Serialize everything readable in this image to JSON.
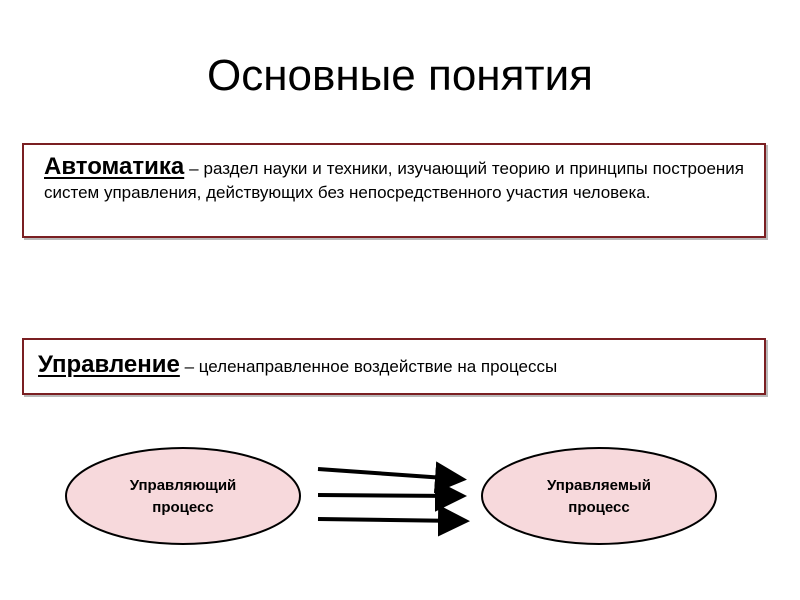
{
  "slide": {
    "title": "Основные понятия"
  },
  "definitions": [
    {
      "term": "Автоматика",
      "text": " – раздел науки и техники, изучающий теорию и принципы построения систем управления, действующих без непосредственного участия человека."
    },
    {
      "term": "Управление",
      "text": " – целенаправленное  воздействие на процессы"
    }
  ],
  "diagram": {
    "source_node": {
      "line1": "Управляющий",
      "line2": "процесс"
    },
    "target_node": {
      "line1": "Управляемый",
      "line2": "процесс"
    },
    "node_fill": "#f7d9dc",
    "node_stroke": "#000000",
    "arrow_color": "#000000",
    "border_color": "#7a1f22"
  }
}
